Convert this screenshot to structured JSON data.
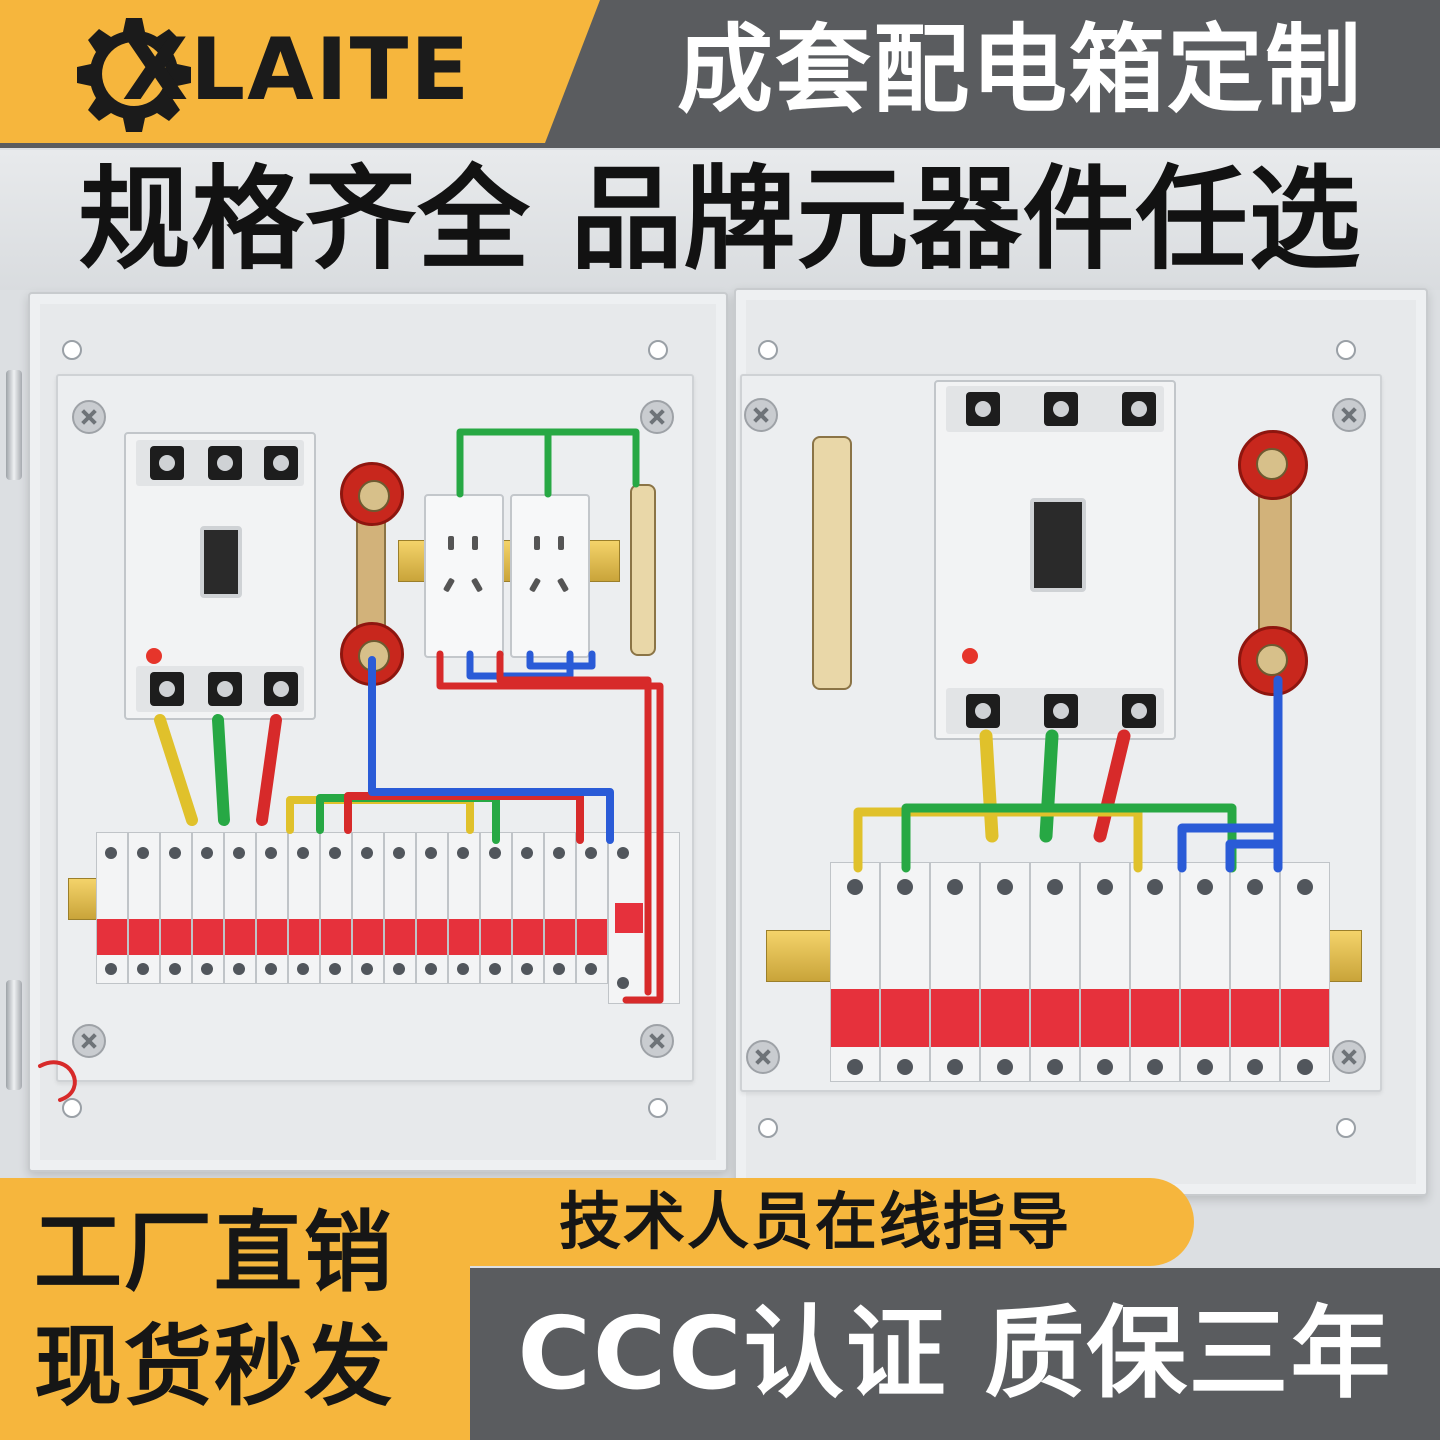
{
  "brand": {
    "name": "XLAITE",
    "logo_icon": "gear-icon",
    "accent": "#f6b63d"
  },
  "banner": {
    "slogan": "成套配电箱定制",
    "headline": "规格齐全 品牌元器件任选"
  },
  "bottom": {
    "left_line_1": "工厂直销",
    "left_line_2": "现货秒发",
    "support": "技术人员在线指导",
    "certification": "CCC认证 质保三年"
  },
  "colors": {
    "band_dark": "#5a5c5f",
    "breaker_red": "#e6313c",
    "wire_yellow": "#e0c12b",
    "wire_green": "#27a844",
    "wire_red": "#d72a2a",
    "wire_blue": "#2a5bd7"
  }
}
